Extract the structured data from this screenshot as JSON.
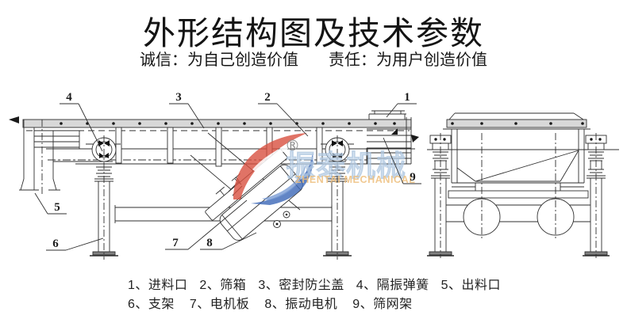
{
  "header": {
    "title": "外形结构图及技术参数",
    "slogan_left": "诚信：为自己创造价值",
    "slogan_right": "责任：为用户创造价值"
  },
  "watermark": {
    "registered": "®",
    "brand_cn": "振泰机械",
    "brand_en": "ZHENTAI MECHANICAL",
    "colors": {
      "logo_red": "#d85040",
      "logo_blue": "#3f6ab8",
      "brand_cn_fill": "#c7daee",
      "brand_en_fill": "#edbe7d"
    }
  },
  "callouts": [
    "1",
    "2",
    "3",
    "4",
    "5",
    "6",
    "7",
    "8",
    "9"
  ],
  "legend": {
    "row1": [
      "1、进料口",
      "2、筛箱",
      "3、密封防尘盖",
      "4、隔振弹簧",
      "5、出料口"
    ],
    "row2": [
      "6、支架",
      "7、电机板",
      "8、振动电机",
      "9、筛网架"
    ]
  },
  "drawing_colors": {
    "line": "#2f2f2f",
    "cover_band": "#d8d8d8",
    "foot_fill": "#808080"
  }
}
